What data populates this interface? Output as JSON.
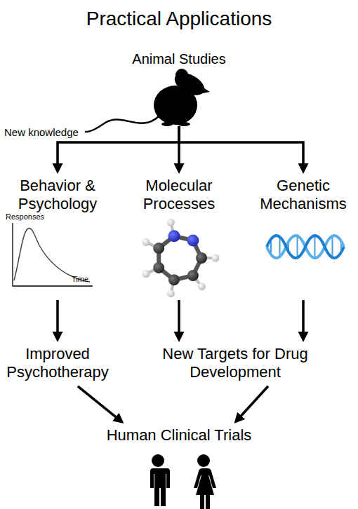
{
  "diagram": {
    "title": "Practical Applications",
    "nodes": [
      {
        "text": [
          "Animal Studies"
        ]
      },
      {
        "text": [
          "Behavior & Psychology"
        ]
      },
      {
        "text": [
          "Molecular Processes"
        ]
      },
      {
        "text": [
          "Genetic Mechanisms"
        ]
      },
      {
        "text": [
          "Improved Psychotherapy"
        ]
      },
      {
        "text": [
          "New Targets for Drug Development"
        ]
      },
      {
        "text": [
          "Human Clinical Trials"
        ]
      }
    ],
    "edges": [
      {
        "from": 0,
        "to": 1,
        "arrow": "to"
      },
      {
        "from": 0,
        "to": 2,
        "arrow": "to"
      },
      {
        "from": 0,
        "to": 3,
        "arrow": "to"
      },
      {
        "from": 1,
        "to": 4,
        "arrow": "to"
      },
      {
        "from": 2,
        "to": 5,
        "arrow": "to"
      },
      {
        "from": 3,
        "to": 5,
        "arrow": "to"
      },
      {
        "from": 4,
        "to": 6,
        "arrow": "to"
      },
      {
        "from": 5,
        "to": 6,
        "arrow": "to"
      }
    ],
    "labels": [
      "New knowledge",
      "Responses",
      "Time"
    ]
  }
}
